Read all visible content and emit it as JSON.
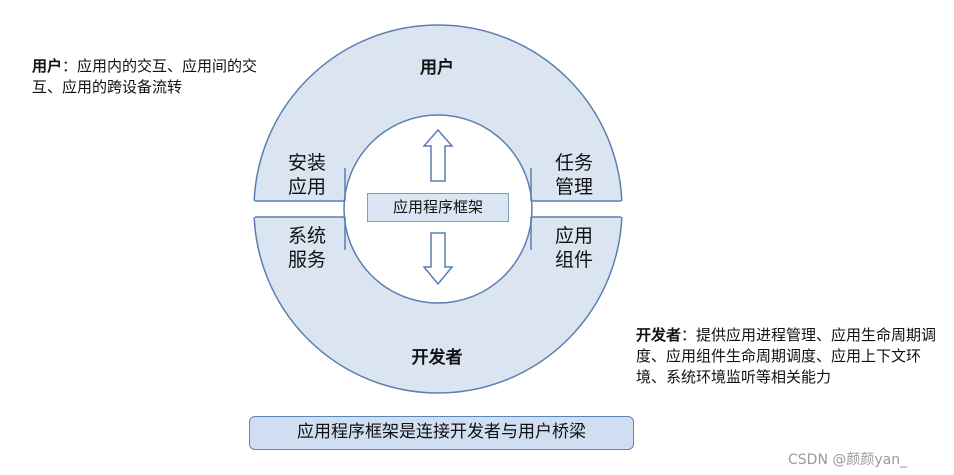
{
  "notes": {
    "user_title": "用户",
    "user_body": "：应用内的交互、应用间的交互、应用的跨设备流转",
    "developer_title": "开发者",
    "developer_body": "：提供应用进程管理、应用生命周期调度、应用组件生命周期调度、应用上下文环境、系统环境监听等相关能力"
  },
  "ring": {
    "top_label": "用户",
    "bottom_label": "开发者",
    "segments": {
      "top_left": [
        "安装",
        "应用"
      ],
      "top_right": [
        "任务",
        "管理"
      ],
      "bottom_left": [
        "系统",
        "服务"
      ],
      "bottom_right": [
        "应用",
        "组件"
      ]
    }
  },
  "center": {
    "framework_label": "应用程序框架"
  },
  "bottom_caption": "应用程序框架是连接开发者与用户桥梁",
  "watermark": "CSDN @颜颜yan_",
  "colors": {
    "ring_fill": "#dbe5f2",
    "ring_stroke": "#5a7fb0",
    "box_fill": "#cfdef0"
  }
}
